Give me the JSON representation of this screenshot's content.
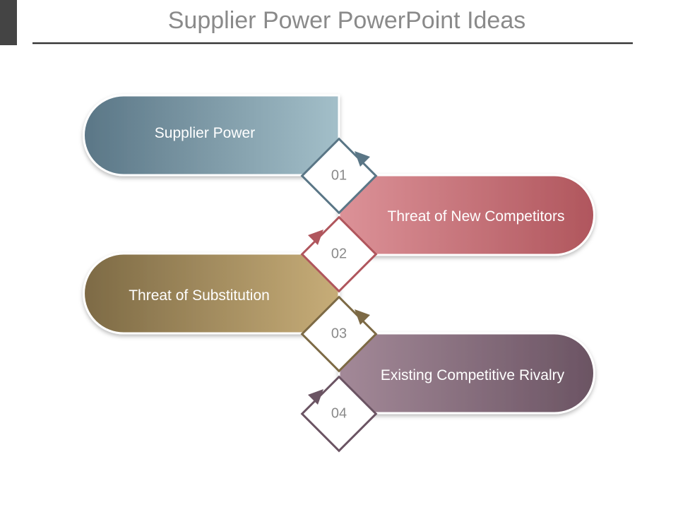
{
  "title": "Supplier Power PowerPoint Ideas",
  "steps": [
    {
      "number": "01",
      "label": "Supplier Power",
      "color_dark": "#5a7686",
      "color_light": "#a3bfc9"
    },
    {
      "number": "02",
      "label": "Threat of New Competitors",
      "color_dark": "#b0565d",
      "color_light": "#dc9298"
    },
    {
      "number": "03",
      "label": "Threat of Substitution",
      "color_dark": "#7d6a45",
      "color_light": "#c7ad78"
    },
    {
      "number": "04",
      "label": "Existing Competitive Rivalry",
      "color_dark": "#6b5463",
      "color_light": "#a38998"
    }
  ]
}
